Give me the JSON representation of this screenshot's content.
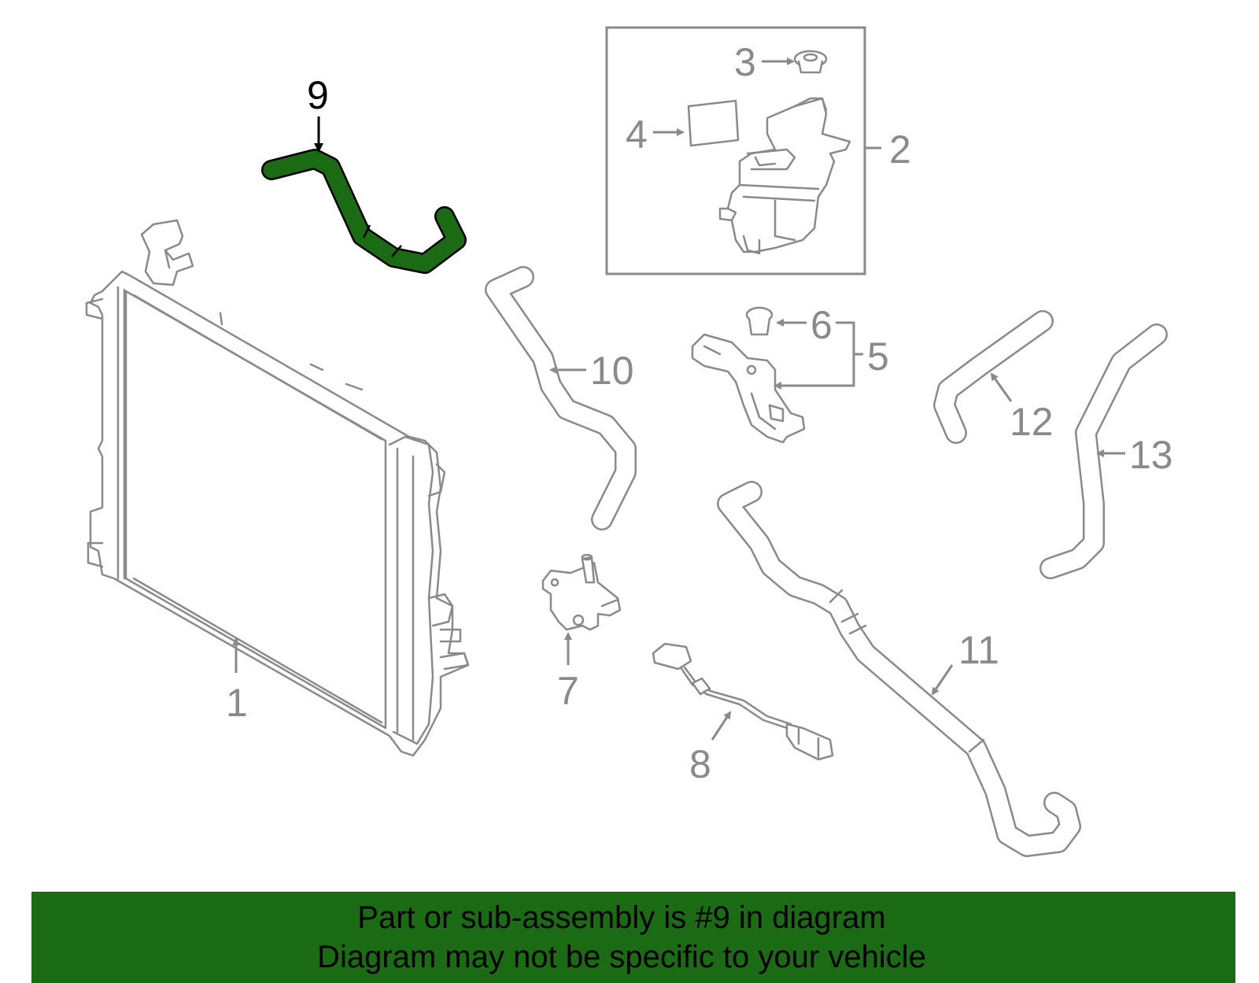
{
  "diagram": {
    "highlight_color": "#1a6b14",
    "line_color": "#8a8a8a",
    "highlighted_part": "9",
    "callouts": {
      "c1": "1",
      "c2": "2",
      "c3": "3",
      "c4": "4",
      "c5": "5",
      "c6": "6",
      "c7": "7",
      "c8": "8",
      "c9": "9",
      "c10": "10",
      "c11": "11",
      "c12": "12",
      "c13": "13"
    }
  },
  "banner": {
    "line1": "Part or sub-assembly is #9 in diagram",
    "line2": "Diagram may not be specific to your vehicle",
    "background": "#1a6b14"
  }
}
